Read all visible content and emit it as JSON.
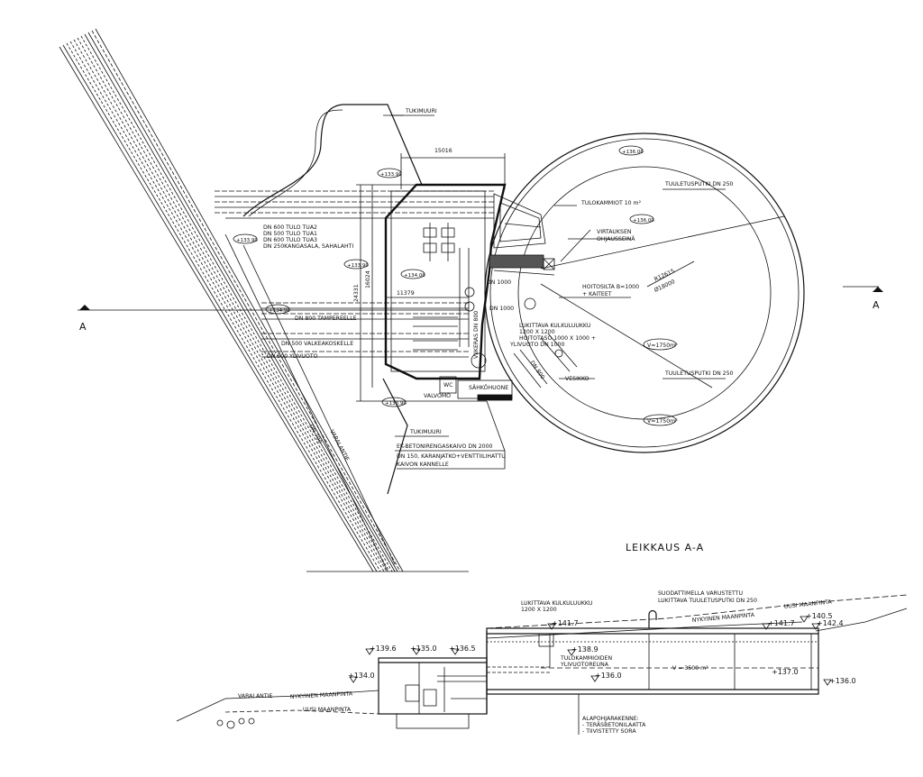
{
  "plan": {
    "labels": {
      "tukimuuri_top": "TUKIMUURI",
      "tukimuuri_bottom": "TUKIMUURI",
      "dim_15016": "15016",
      "dim_24331": "24331",
      "dim_16024": "16024",
      "dim_11379": "11379",
      "pipes_in": [
        "DN 600 TULO TUA2",
        "DN 500 TULO TUA1",
        "DN 600 TULO TUA3",
        "DN 250KANGASALA, SAHALAHTI"
      ],
      "dn800": "DN 800 TAMPEREELLE",
      "dn500_valkea": "DN 500 VALKEAKOSKELLE",
      "dn500_yli": "DN 500 YLIVUOTO",
      "dn1000_a": "DN 1000",
      "dn1000_b": "DN 1000",
      "dn700": "DN 700",
      "varalantie": "VARALANTIE",
      "dn800_vert": "VIIKERAS DN 800",
      "wc": "WC",
      "sahkohuone": "SÄHKÖHUONE",
      "valvomo": "VALVOMO",
      "ek_kaivo": [
        "EK-BETONIRENGASKAIVO DN 2000",
        "DN 150, KARANJATKO+VENTTIILIHATTU",
        "KAIVON KANNELLE"
      ],
      "tulokammiot": "TULOKAMMIOT 10 m²",
      "tuuletus_top": "TUULETUSPUTKI DN 250",
      "tuuletus_bot": "TUULETUSPUTKI DN 250",
      "virtauksen": [
        "VIRTAUKSEN",
        "OHJAUSSEINÄ"
      ],
      "hoitosilta": [
        "HOITOSILTA B=1000",
        "+ KAITEET"
      ],
      "lukittava": [
        "LUKITTAVA KULKULUUKKU",
        "1200 X 1200"
      ],
      "hoitotaso": [
        "HOITOTASO 1000 X 1000 +",
        "YLIVUOTO DN 1000"
      ],
      "dn800_diag": "DN 800",
      "veskikko": "VESIKKO",
      "r_label": "R12615",
      "d_label": "Ø18000",
      "v1": "V=1750m³",
      "v2": "V=1750m³",
      "lvl_136_a": "+136.00",
      "lvl_136_b": "+136.00",
      "lvl_133_90_top": "+133.90",
      "lvl_133_90_left": "+133.90",
      "lvl_133_90_side": "+133.90",
      "lvl_134": "+134.00",
      "lvl_134_90": "+134.90",
      "lvl_133_90_bot": "+133.90"
    },
    "section_marker_left": "A",
    "section_marker_right": "A"
  },
  "section": {
    "title": "LEIKKAUS A-A",
    "labels": {
      "lukittava": [
        "LUKITTAVA KULKULUUKKU",
        "1200 X 1200"
      ],
      "suodatin": [
        "SUODATTIMELLA VARUSTETTU",
        "LUKITTAVA TUULETUSPUTKI DN 250"
      ],
      "uusi_top": "UUSI MAANPINTA",
      "nykyinen_top": "NYKYINEN MAANPINTA",
      "tulokammio": [
        "TULOKAMMIOIDEN",
        "YLIVUOTOREUNA"
      ],
      "volume": "V = 3500 m³",
      "varalantie": "VARALANTIE",
      "nykyinen_bot": "NYKYINEN MAANPINTA",
      "uusi_bot": "UUSI MAANPINTA",
      "alapohja": [
        "ALAPOHJARAKENNE:",
        "- TERÄSBETONILAATTA",
        "- TIIVISTETTY SORA"
      ]
    },
    "levels": {
      "l139_6": "+139.6",
      "l135_0": "+135.0",
      "l136_5": "+136.5",
      "l134_0": "+134.0",
      "l141_7a": "+141.7",
      "l138_9": "+138.9",
      "l136_0a": "+136.0",
      "l141_7b": "+141.7",
      "l140_5": "+140.5",
      "l142_4": "+142.4",
      "l137_0": "+137.0",
      "l136_0b": "+136.0"
    }
  }
}
